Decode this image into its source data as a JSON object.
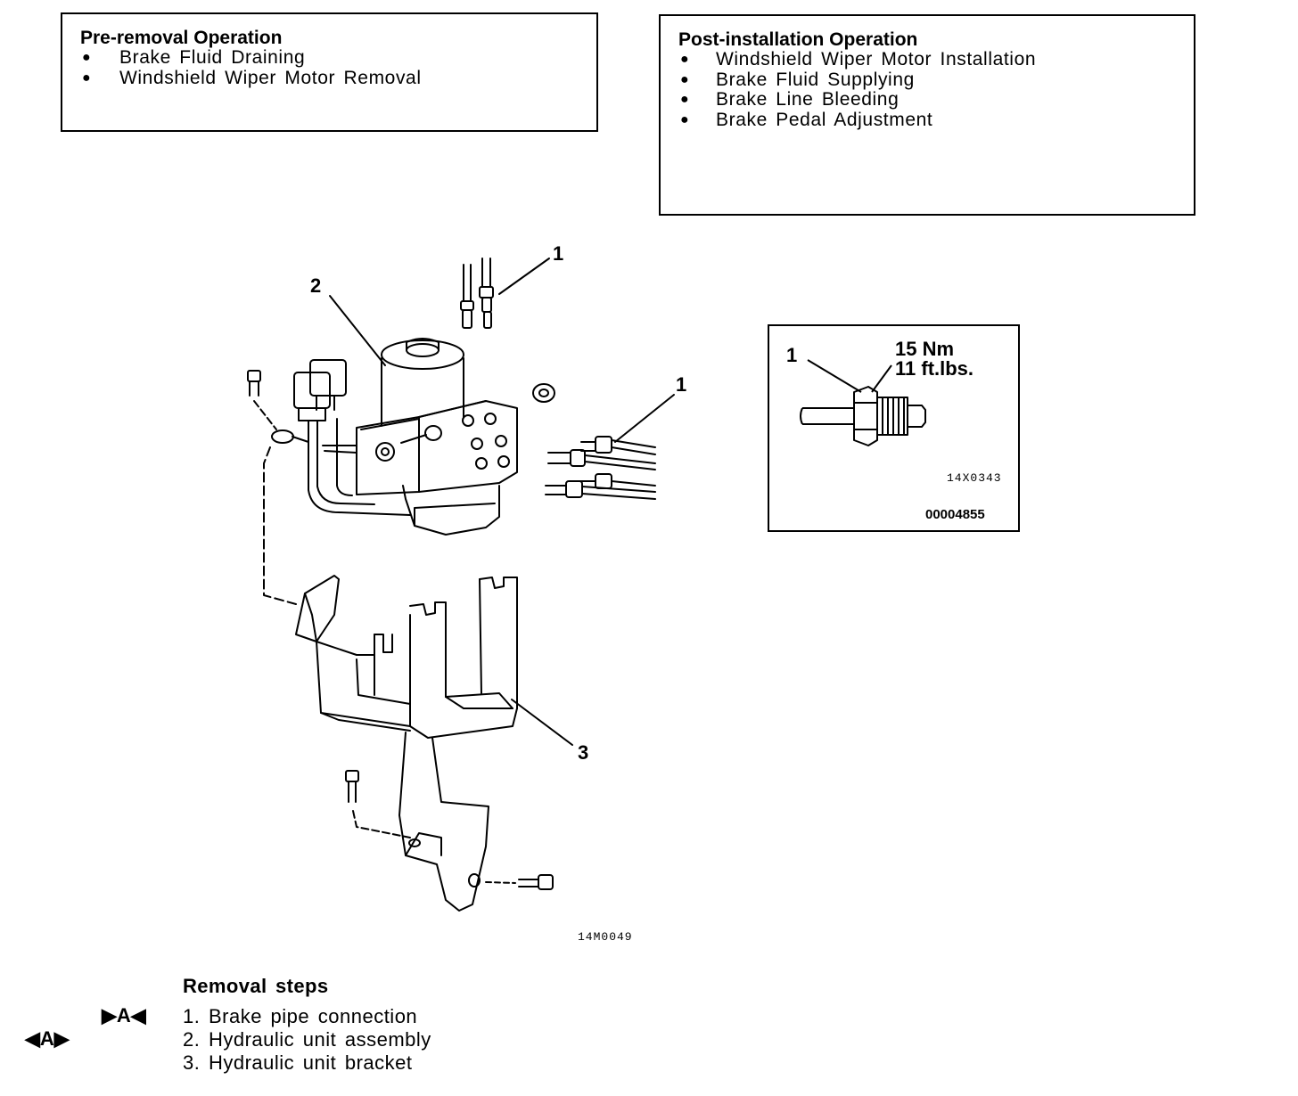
{
  "pre_removal": {
    "title": "Pre-removal Operation",
    "items": [
      "Brake Fluid Draining",
      "Windshield Wiper Motor Removal"
    ]
  },
  "post_installation": {
    "title": "Post-installation Operation",
    "items": [
      "Windshield Wiper Motor Installation",
      "Brake Fluid Supplying",
      "Brake Line Bleeding",
      "Brake Pedal Adjustment"
    ]
  },
  "callouts": {
    "brake_pipe_top": "1",
    "brake_pipe_right": "1",
    "hydraulic_unit": "2",
    "bracket": "3"
  },
  "detail": {
    "callout": "1",
    "torque_nm": "15 Nm",
    "torque_ftlbs": "11 ft.lbs.",
    "fig_code": "14X0343",
    "doc_code": "00004855"
  },
  "figure_code": "14M0049",
  "removal": {
    "title": "Removal steps",
    "steps": [
      {
        "text": "1. Brake pipe connection",
        "marker": "▶A◀"
      },
      {
        "text": "2. Hydraulic unit assembly",
        "marker": "◀A▶"
      },
      {
        "text": "3. Hydraulic unit bracket",
        "marker": ""
      }
    ]
  }
}
